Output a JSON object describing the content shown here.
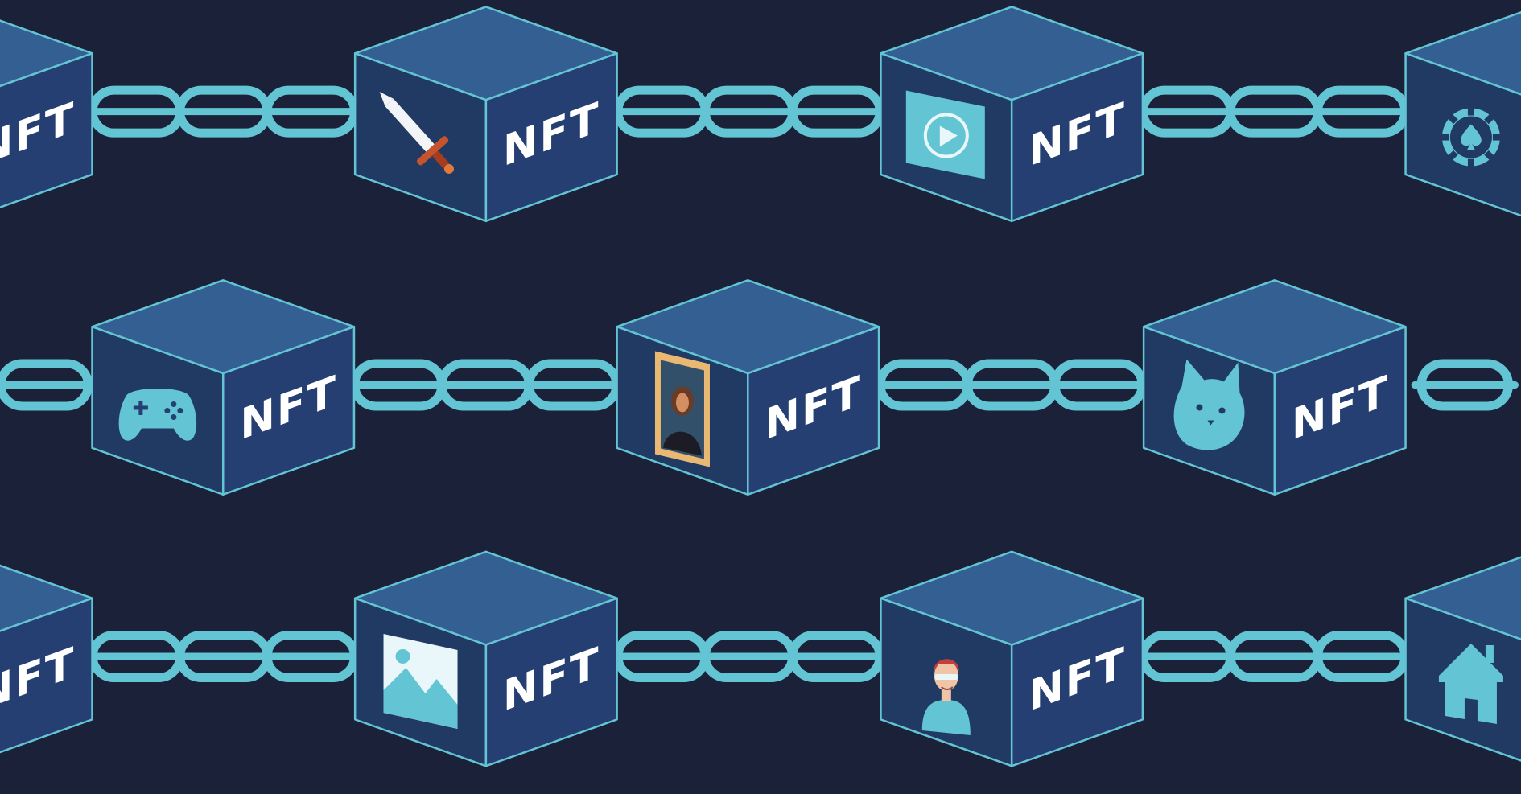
{
  "label": "NFT",
  "colors": {
    "background": "#1a2138",
    "cube_top": "#335f92",
    "cube_left": "#203a63",
    "cube_right": "#253f72",
    "cube_edge": "#63c4d3",
    "chain": "#63c4d3",
    "icon": "#63c4d3"
  },
  "rows": [
    {
      "blocks": [
        {
          "icon": "partial-cube",
          "label": "NFT"
        },
        {
          "icon": "sword-icon",
          "label": "NFT"
        },
        {
          "icon": "video-play-icon",
          "label": "NFT"
        },
        {
          "icon": "poker-chip-icon",
          "label": ""
        }
      ]
    },
    {
      "blocks": [
        {
          "icon": "gamepad-icon",
          "label": "NFT"
        },
        {
          "icon": "mona-lisa-painting-icon",
          "label": "NFT"
        },
        {
          "icon": "cat-face-icon",
          "label": "NFT"
        }
      ]
    },
    {
      "blocks": [
        {
          "icon": "partial-cube",
          "label": "NFT"
        },
        {
          "icon": "image-landscape-icon",
          "label": "NFT"
        },
        {
          "icon": "avatar-person-icon",
          "label": "NFT"
        },
        {
          "icon": "house-icon",
          "label": ""
        }
      ]
    }
  ]
}
